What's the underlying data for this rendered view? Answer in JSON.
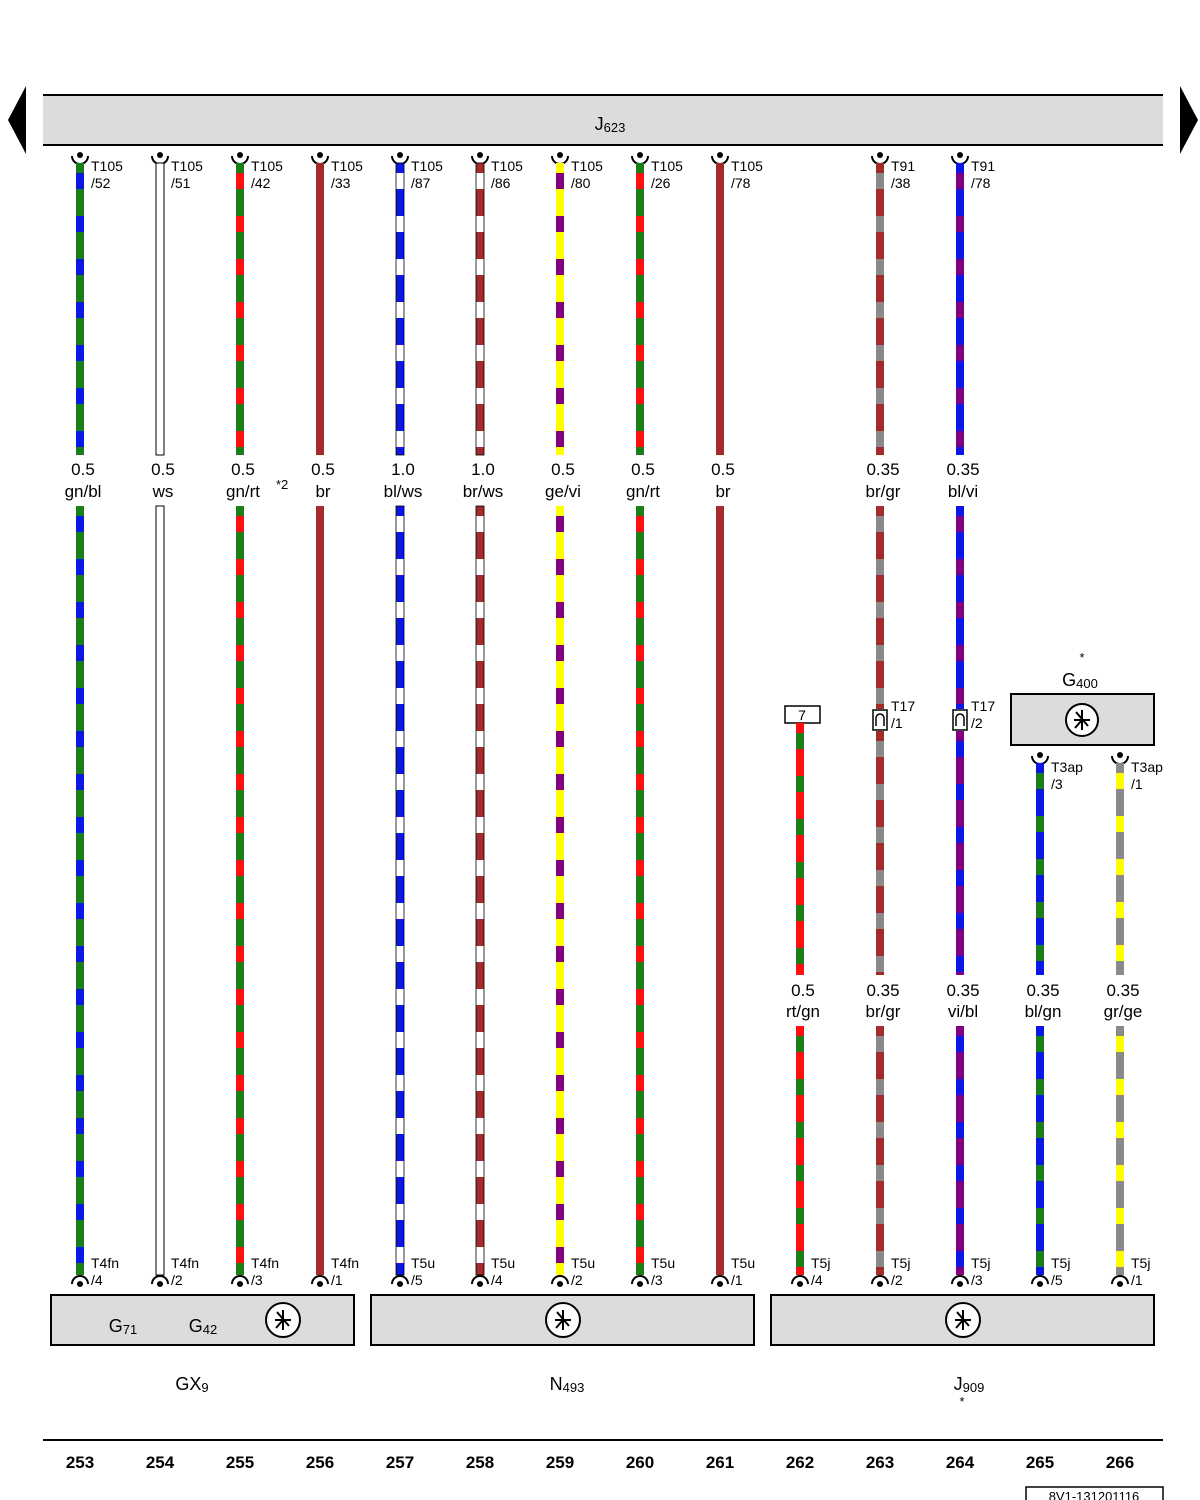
{
  "colors": {
    "gn": "#1a7f1a",
    "bl": "#0a17e6",
    "rt": "#ff1010",
    "br": "#a52a2a",
    "ws": "#ffffff",
    "ge": "#ffff00",
    "vi": "#800080",
    "gr": "#8a8a8a"
  },
  "header": {
    "name": "J",
    "sub": "623"
  },
  "wires": [
    {
      "column": "253",
      "top_conn": [
        "T105",
        "/52"
      ],
      "gauge": "0.5",
      "color_code": "gn/bl",
      "note": "",
      "bottom_conn": [
        "T4fn",
        "/4"
      ]
    },
    {
      "column": "254",
      "top_conn": [
        "T105",
        "/51"
      ],
      "gauge": "0.5",
      "color_code": "ws",
      "note": "",
      "bottom_conn": [
        "T4fn",
        "/2"
      ]
    },
    {
      "column": "255",
      "top_conn": [
        "T105",
        "/42"
      ],
      "gauge": "0.5",
      "color_code": "gn/rt",
      "note": "*2",
      "bottom_conn": [
        "T4fn",
        "/3"
      ]
    },
    {
      "column": "256",
      "top_conn": [
        "T105",
        "/33"
      ],
      "gauge": "0.5",
      "color_code": "br",
      "note": "",
      "bottom_conn": [
        "T4fn",
        "/1"
      ]
    },
    {
      "column": "257",
      "top_conn": [
        "T105",
        "/87"
      ],
      "gauge": "1.0",
      "color_code": "bl/ws",
      "note": "",
      "bottom_conn": [
        "T5u",
        "/5"
      ]
    },
    {
      "column": "258",
      "top_conn": [
        "T105",
        "/86"
      ],
      "gauge": "1.0",
      "color_code": "br/ws",
      "note": "",
      "bottom_conn": [
        "T5u",
        "/4"
      ]
    },
    {
      "column": "259",
      "top_conn": [
        "T105",
        "/80"
      ],
      "gauge": "0.5",
      "color_code": "ge/vi",
      "note": "",
      "bottom_conn": [
        "T5u",
        "/2"
      ]
    },
    {
      "column": "260",
      "top_conn": [
        "T105",
        "/26"
      ],
      "gauge": "0.5",
      "color_code": "gn/rt",
      "note": "",
      "bottom_conn": [
        "T5u",
        "/3"
      ]
    },
    {
      "column": "261",
      "top_conn": [
        "T105",
        "/78"
      ],
      "gauge": "0.5",
      "color_code": "br",
      "note": "",
      "bottom_conn": [
        "T5u",
        "/1"
      ]
    },
    {
      "column": "262",
      "top_ref": "7",
      "gauge": "0.5",
      "color_code": "rt/gn",
      "bottom_conn": [
        "T5j",
        "/4"
      ]
    },
    {
      "column": "263",
      "top_conn": [
        "T91",
        "/38"
      ],
      "gauge": "0.35",
      "color_code": "br/gr",
      "mid_conn": [
        "T17",
        "/1"
      ],
      "gauge2": "0.35",
      "color_code2": "br/gr",
      "bottom_conn": [
        "T5j",
        "/2"
      ]
    },
    {
      "column": "264",
      "top_conn": [
        "T91",
        "/78"
      ],
      "gauge": "0.35",
      "color_code": "bl/vi",
      "mid_conn": [
        "T17",
        "/2"
      ],
      "gauge2": "0.35",
      "color_code2": "vi/bl",
      "bottom_conn": [
        "T5j",
        "/3"
      ]
    },
    {
      "column": "265",
      "top_conn": [
        "T3ap",
        "/3"
      ],
      "gauge": "0.35",
      "color_code": "bl/gn",
      "bottom_conn": [
        "T5j",
        "/5"
      ]
    },
    {
      "column": "266",
      "top_conn": [
        "T3ap",
        "/1"
      ],
      "gauge": "0.35",
      "color_code": "gr/ge",
      "bottom_conn": [
        "T5j",
        "/1"
      ]
    }
  ],
  "components": {
    "g400": {
      "name": "G",
      "sub": "400",
      "note": "*"
    },
    "gx9_box": {
      "parts": [
        {
          "name": "G",
          "sub": "71"
        },
        {
          "name": "G",
          "sub": "42"
        }
      ]
    },
    "gx9": {
      "name": "GX",
      "sub": "9"
    },
    "n493": {
      "name": "N",
      "sub": "493"
    },
    "j909": {
      "name": "J",
      "sub": "909",
      "note": "*"
    }
  },
  "footer": {
    "doc_id": "8V1-131201116"
  }
}
